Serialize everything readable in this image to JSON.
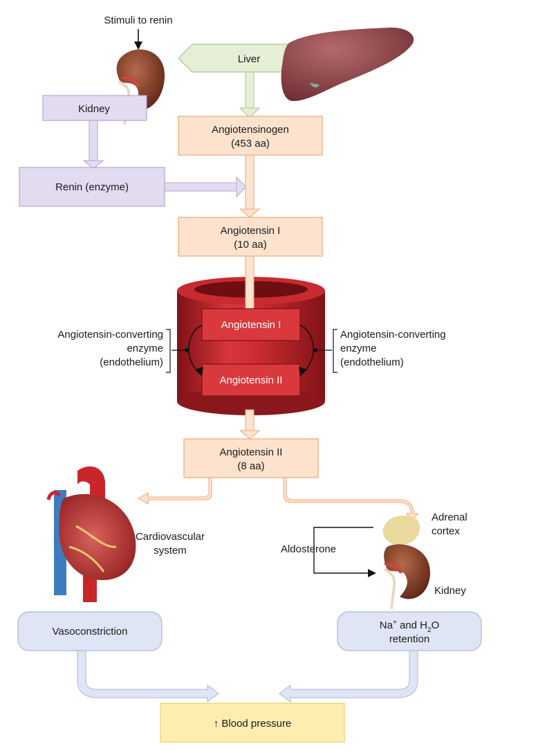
{
  "stimuli": "Stimuli to renin",
  "liver": "Liver",
  "kidney_top": "Kidney",
  "angiotensinogen": {
    "line1": "Angiotensinogen",
    "line2": "(453 aa)"
  },
  "renin": "Renin (enzyme)",
  "angiotensin_1": {
    "line1": "Angiotensin I",
    "line2": "(10 aa)"
  },
  "vessel_ang1": "Angiotensin I",
  "vessel_ang2": "Angiotensin II",
  "ace_left": {
    "line1": "Angiotensin-converting",
    "line2": "enzyme",
    "line3": "(endothelium)"
  },
  "ace_right": {
    "line1": "Angiotensin-converting",
    "line2": "enzyme",
    "line3": "(endothelium)"
  },
  "angiotensin_2": {
    "line1": "Angiotensin II",
    "line2": "(8 aa)"
  },
  "cardio": {
    "line1": "Cardiovascular",
    "line2": "system"
  },
  "adrenal": {
    "line1": "Adrenal",
    "line2": "cortex"
  },
  "aldosterone": "Aldosterone",
  "kidney_bottom": "Kidney",
  "vasoconstriction": "Vasoconstriction",
  "retention": {
    "na": "Na",
    "na_sup": "+",
    "and": " and H",
    "h2o_sub": "2",
    "o": "O",
    "line2": "retention"
  },
  "blood_pressure": "↑ Blood pressure",
  "colors": {
    "peach_fill": "#fde3cd",
    "peach_stroke": "#f0a679",
    "lavender_fill": "#e3dbef",
    "lavender_stroke": "#b3a5cf",
    "liver_fill": "#e4efd5",
    "liver_stroke": "#a7c88a",
    "blue_fill": "#dfe5f4",
    "blue_stroke": "#a9b6dc",
    "yellow_fill": "#fdeeb0",
    "yellow_stroke": "#e8cf6a",
    "vessel_red": "#c0282e"
  }
}
